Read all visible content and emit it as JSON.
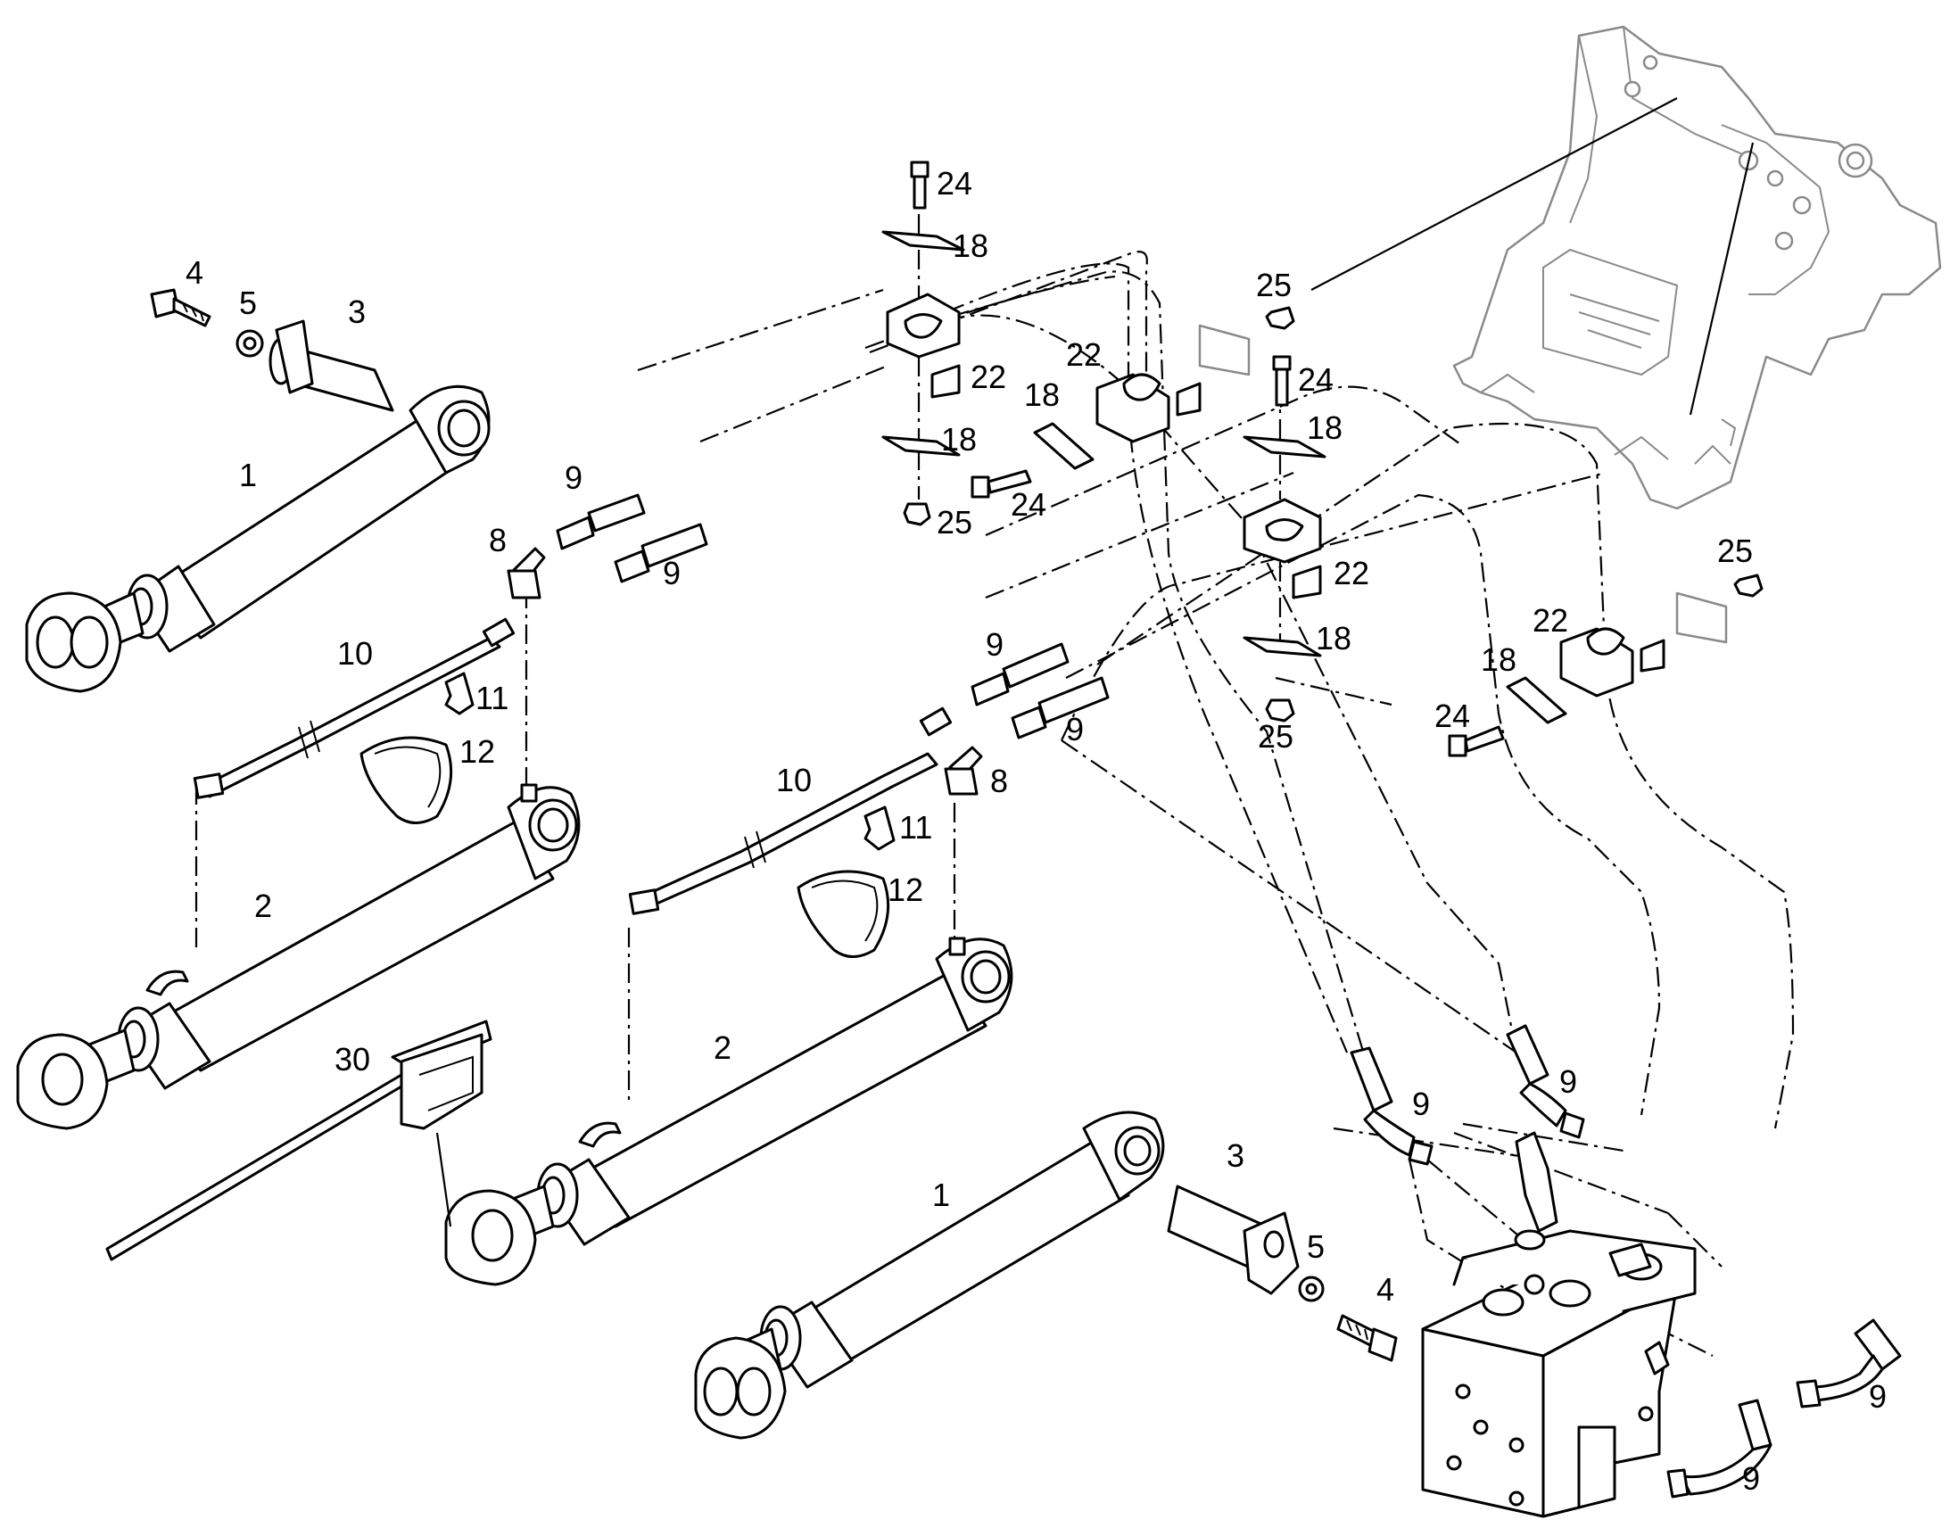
{
  "callouts": [
    {
      "id": "c-24-top",
      "text": "24"
    },
    {
      "id": "c-18-a",
      "text": "18"
    },
    {
      "id": "c-4-left",
      "text": "4"
    },
    {
      "id": "c-5-left",
      "text": "5"
    },
    {
      "id": "c-3-left",
      "text": "3"
    },
    {
      "id": "c-25-a",
      "text": "25"
    },
    {
      "id": "c-22-a",
      "text": "22"
    },
    {
      "id": "c-22-b",
      "text": "22"
    },
    {
      "id": "c-18-b",
      "text": "18"
    },
    {
      "id": "c-24-b",
      "text": "24"
    },
    {
      "id": "c-1-left",
      "text": "1"
    },
    {
      "id": "c-18-c",
      "text": "18"
    },
    {
      "id": "c-9-a",
      "text": "9"
    },
    {
      "id": "c-8-a",
      "text": "8"
    },
    {
      "id": "c-24-c",
      "text": "24"
    },
    {
      "id": "c-25-b",
      "text": "25"
    },
    {
      "id": "c-9-b",
      "text": "9"
    },
    {
      "id": "c-18-d",
      "text": "18"
    },
    {
      "id": "c-22-c",
      "text": "22"
    },
    {
      "id": "c-25-c",
      "text": "25"
    },
    {
      "id": "c-10-a",
      "text": "10"
    },
    {
      "id": "c-11-a",
      "text": "11"
    },
    {
      "id": "c-9-c",
      "text": "9"
    },
    {
      "id": "c-22-d",
      "text": "22"
    },
    {
      "id": "c-18-e",
      "text": "18"
    },
    {
      "id": "c-12-a",
      "text": "12"
    },
    {
      "id": "c-9-d",
      "text": "9"
    },
    {
      "id": "c-18-f",
      "text": "18"
    },
    {
      "id": "c-24-d",
      "text": "24"
    },
    {
      "id": "c-25-d",
      "text": "25"
    },
    {
      "id": "c-10-b",
      "text": "10"
    },
    {
      "id": "c-8-b",
      "text": "8"
    },
    {
      "id": "c-11-b",
      "text": "11"
    },
    {
      "id": "c-2-a",
      "text": "2"
    },
    {
      "id": "c-12-b",
      "text": "12"
    },
    {
      "id": "c-30",
      "text": "30"
    },
    {
      "id": "c-2-b",
      "text": "2"
    },
    {
      "id": "c-9-e",
      "text": "9"
    },
    {
      "id": "c-9-f",
      "text": "9"
    },
    {
      "id": "c-3-right",
      "text": "3"
    },
    {
      "id": "c-1-right",
      "text": "1"
    },
    {
      "id": "c-5-right",
      "text": "5"
    },
    {
      "id": "c-4-right",
      "text": "4"
    },
    {
      "id": "c-9-g",
      "text": "9"
    },
    {
      "id": "c-9-h",
      "text": "9"
    }
  ]
}
